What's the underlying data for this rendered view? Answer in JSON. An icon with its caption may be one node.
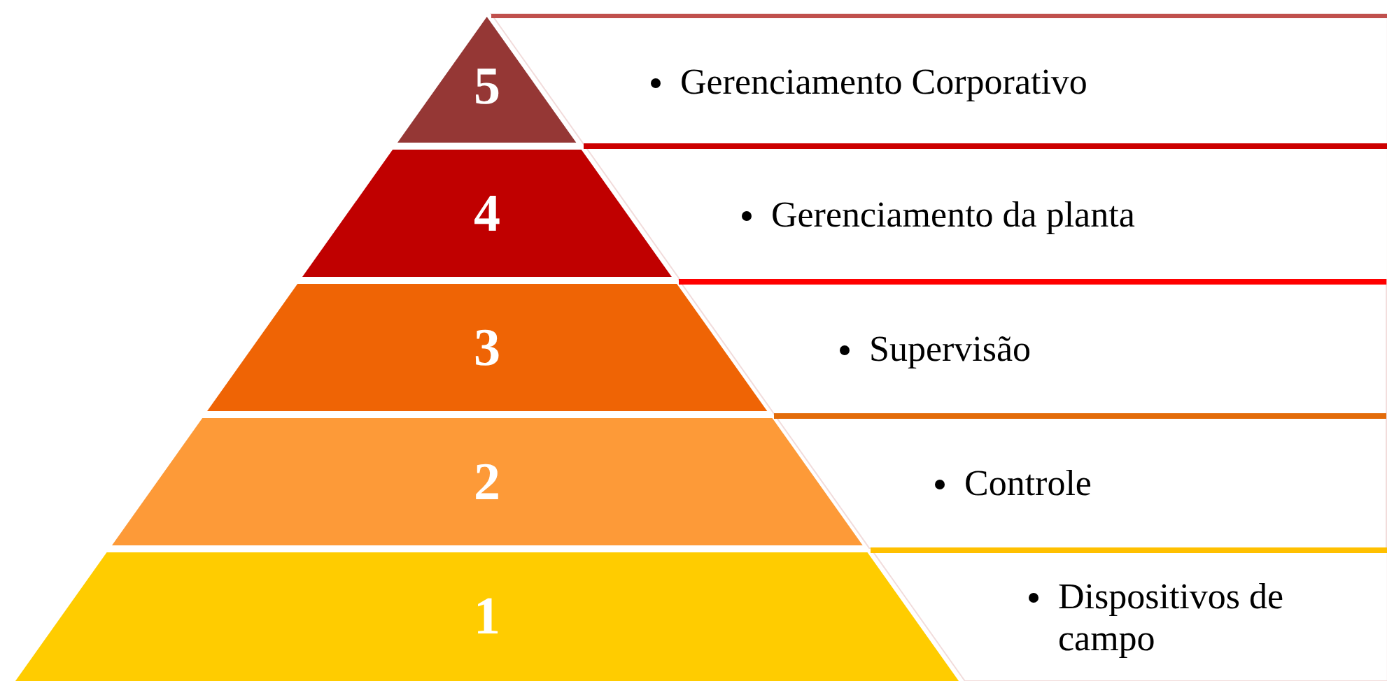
{
  "diagram": {
    "nodes": [
      {
        "text": [
          "5"
        ]
      },
      {
        "text": [
          "Gerenciamento Corporativo"
        ]
      },
      {
        "text": [
          "4"
        ]
      },
      {
        "text": [
          "Gerenciamento da planta"
        ]
      },
      {
        "text": [
          "3"
        ]
      },
      {
        "text": [
          "Supervisão"
        ]
      },
      {
        "text": [
          "2"
        ]
      },
      {
        "text": [
          "Controle"
        ]
      },
      {
        "text": [
          "1"
        ]
      },
      {
        "text": [
          "Dispositivos de campo"
        ]
      }
    ]
  }
}
